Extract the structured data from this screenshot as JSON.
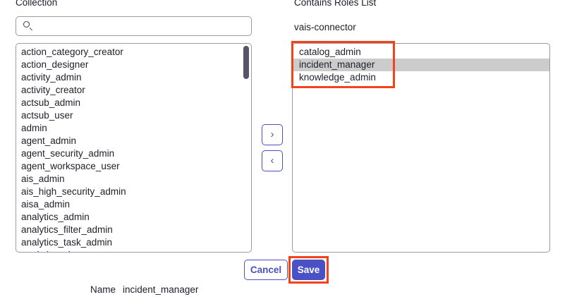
{
  "left_panel": {
    "label": "Collection",
    "search": {
      "placeholder": "",
      "value": "",
      "icon": "search-icon"
    },
    "items": [
      "action_category_creator",
      "action_designer",
      "activity_admin",
      "activity_creator",
      "actsub_admin",
      "actsub_user",
      "admin",
      "agent_admin",
      "agent_security_admin",
      "agent_workspace_user",
      "ais_admin",
      "ais_high_security_admin",
      "aisa_admin",
      "analytics_admin",
      "analytics_filter_admin",
      "analytics_task_admin",
      "analytics_viewer"
    ]
  },
  "transfer": {
    "move_right_label": "›",
    "move_left_label": "‹"
  },
  "right_panel": {
    "label": "Contains Roles List",
    "selected_collection": "vais-connector",
    "items": [
      {
        "label": "catalog_admin",
        "selected": false
      },
      {
        "label": "incident_manager",
        "selected": true
      },
      {
        "label": "knowledge_admin",
        "selected": false
      }
    ]
  },
  "actions": {
    "cancel_label": "Cancel",
    "save_label": "Save"
  },
  "footer": {
    "name_label": "Name",
    "name_value": "incident_manager"
  },
  "colors": {
    "accent": "#4a51c4",
    "annotation": "#f4421b",
    "selected_row": "#cccccc",
    "border": "#9a9aa8",
    "scrollbar_thumb": "#565669"
  }
}
